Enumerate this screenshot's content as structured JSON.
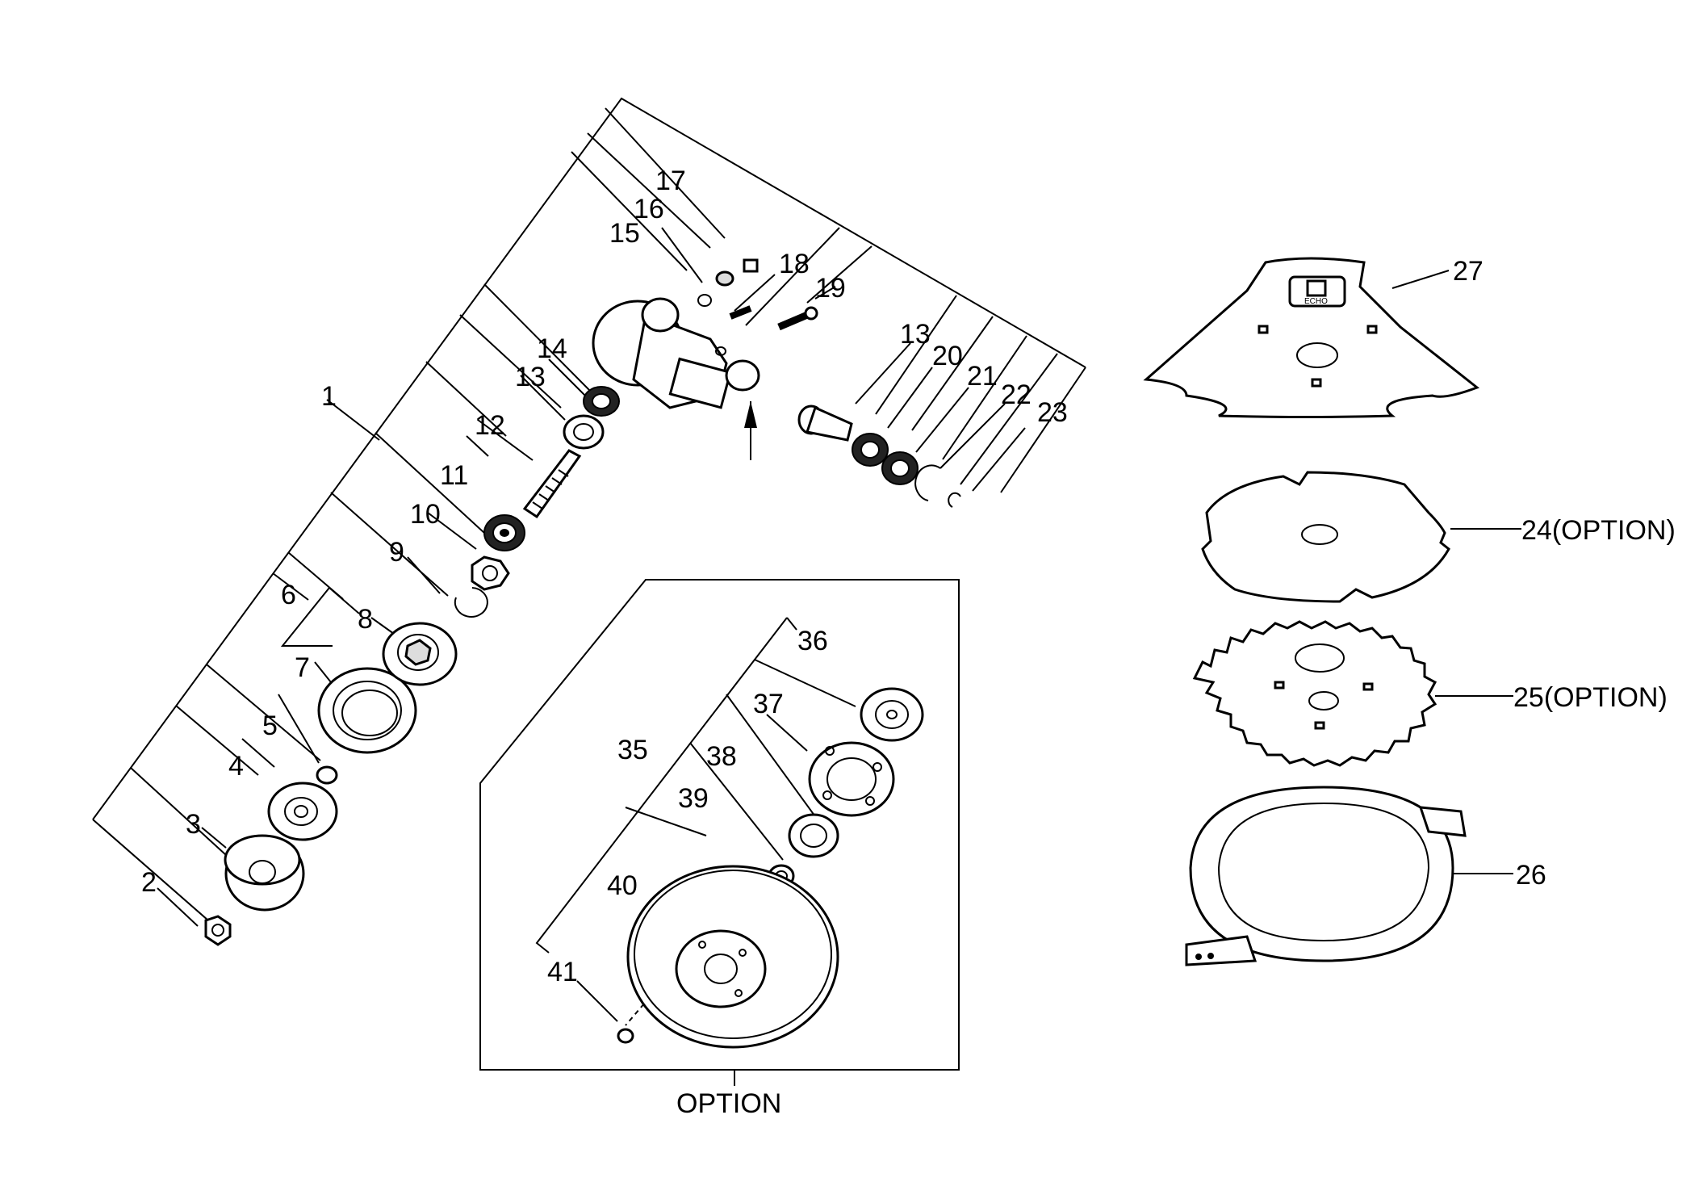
{
  "diagram": {
    "labels": [
      "1",
      "2",
      "3",
      "4",
      "5",
      "6",
      "7",
      "8",
      "9",
      "10",
      "11",
      "12",
      "13",
      "13",
      "14",
      "15",
      "16",
      "17",
      "18",
      "19",
      "20",
      "21",
      "22",
      "23",
      "24(OPTION)",
      "25(OPTION)",
      "26",
      "27",
      "35",
      "36",
      "37",
      "38",
      "39",
      "40",
      "41",
      "OPTION"
    ],
    "logo_text": "ECHO"
  }
}
